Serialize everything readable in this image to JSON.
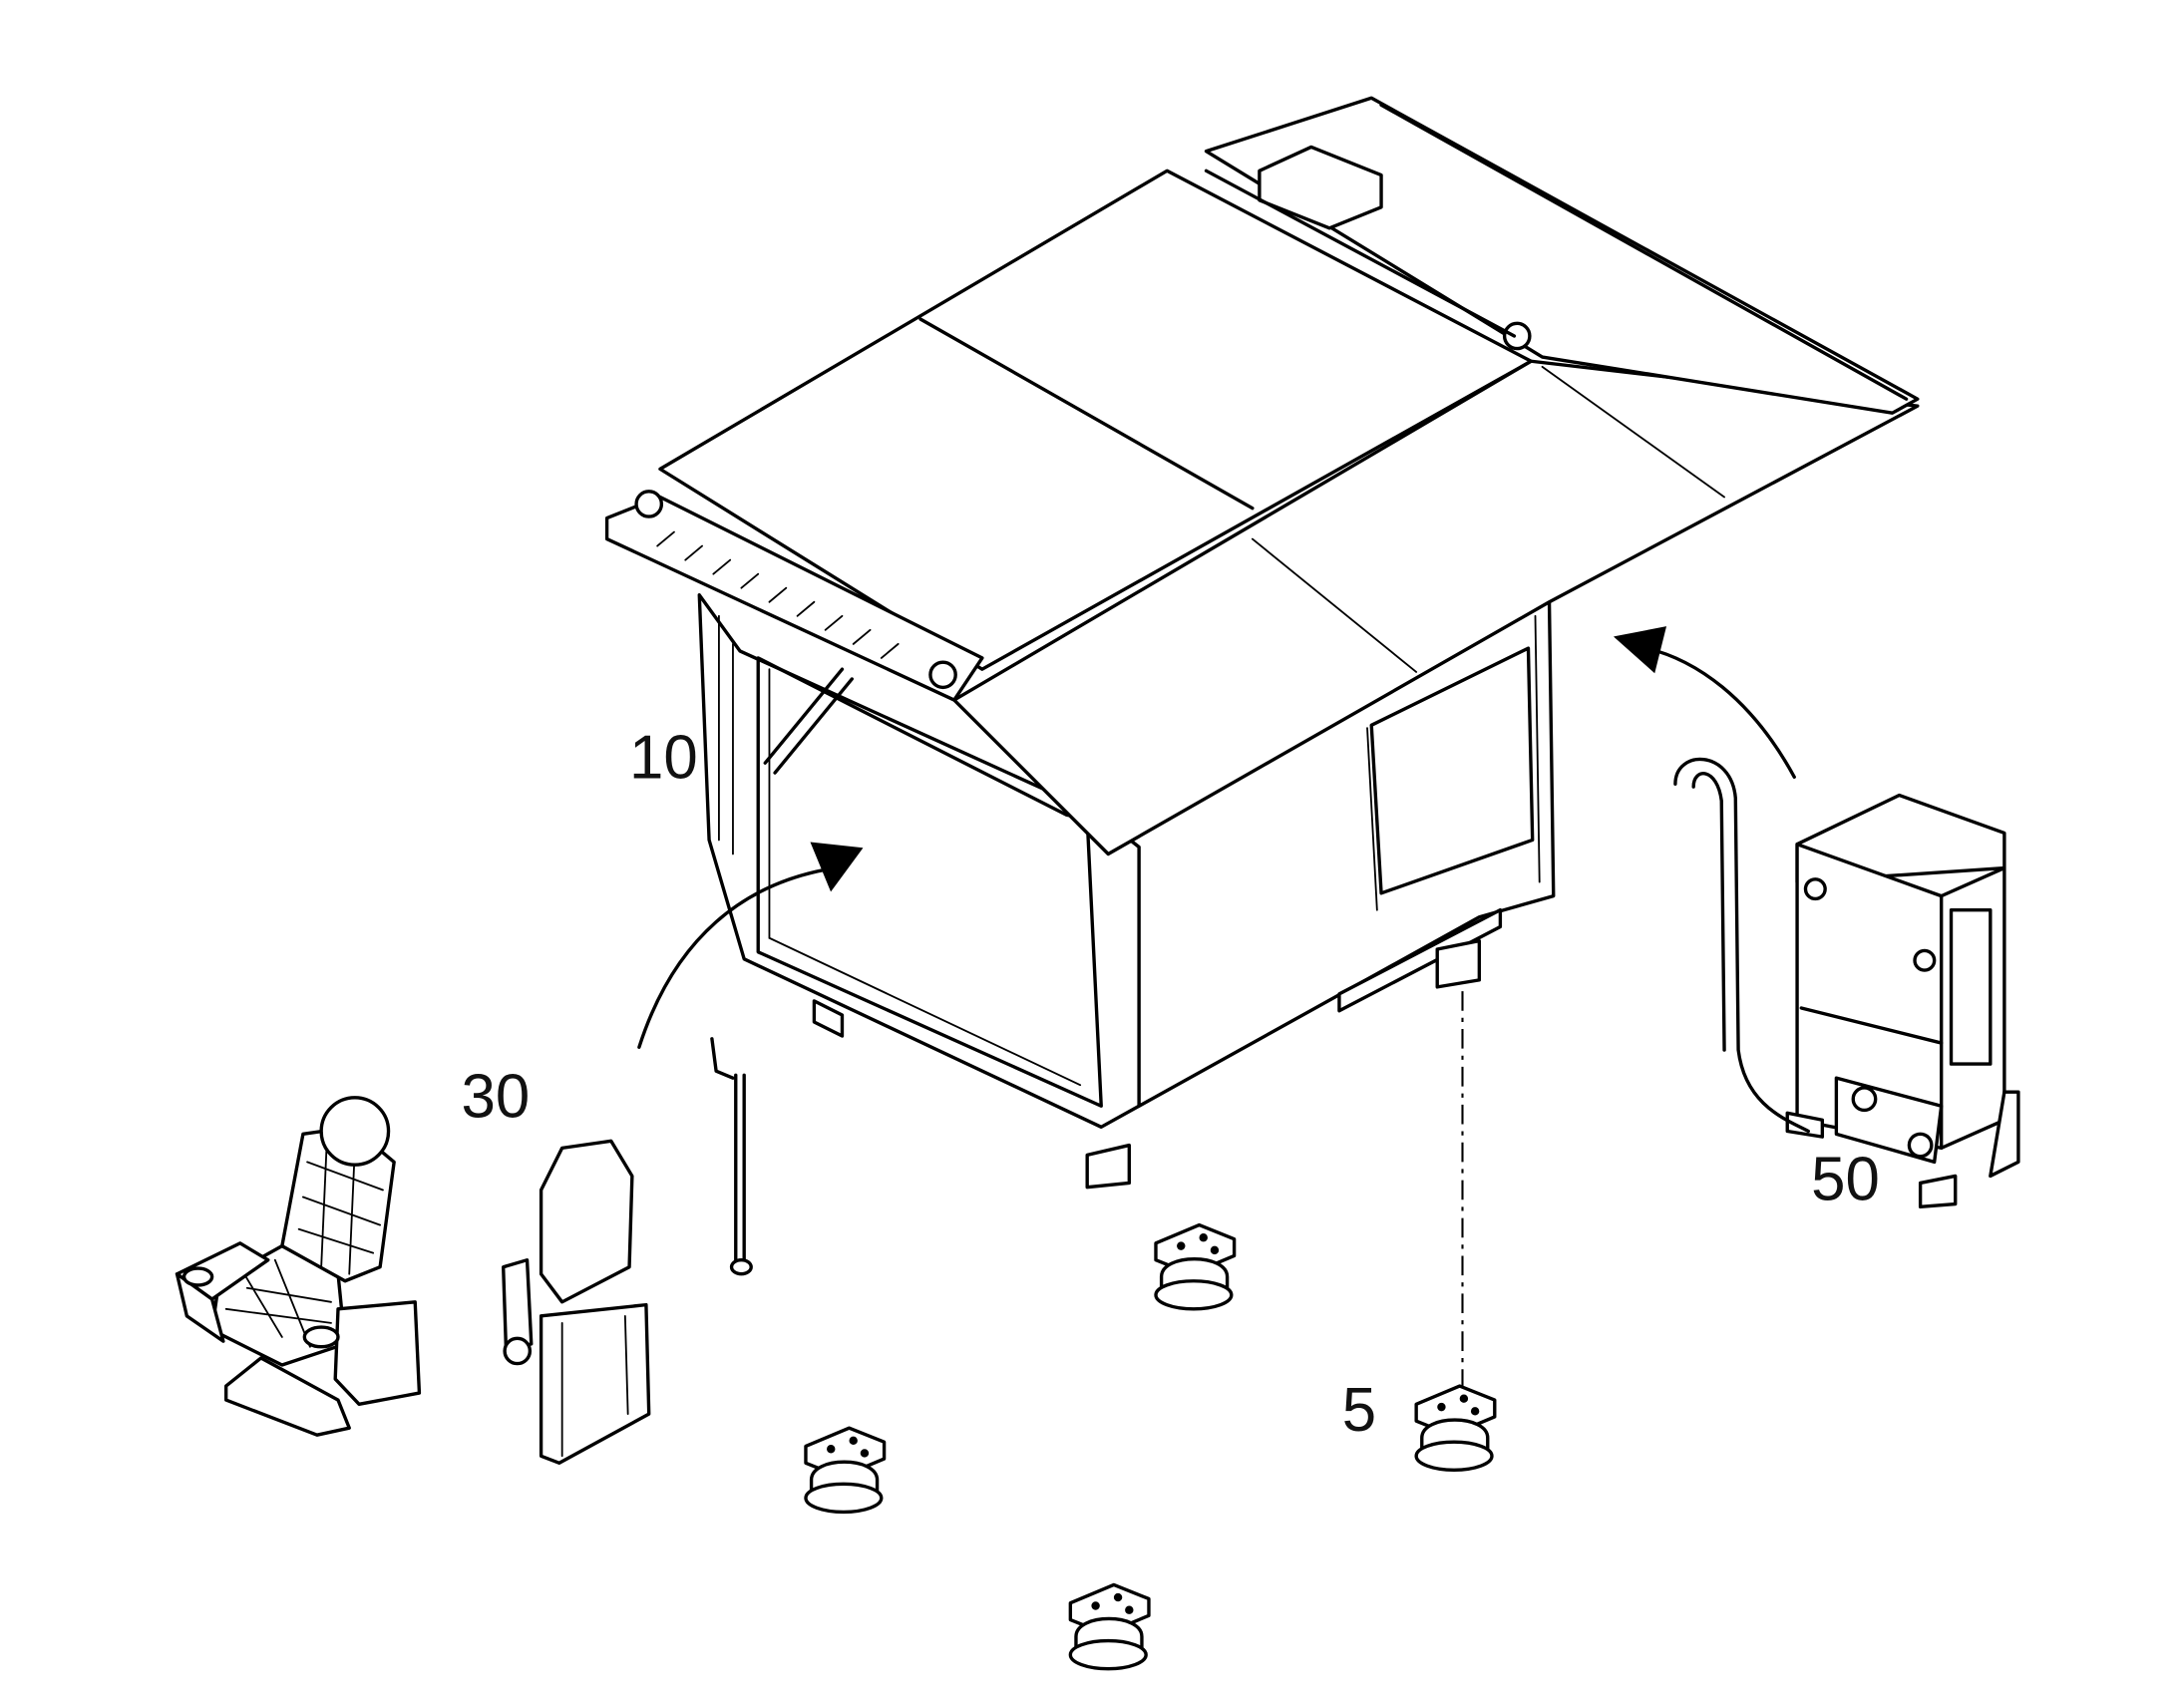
{
  "labels": {
    "cab": "10",
    "seats": "30",
    "cabinet": "50",
    "mounts": "5"
  }
}
